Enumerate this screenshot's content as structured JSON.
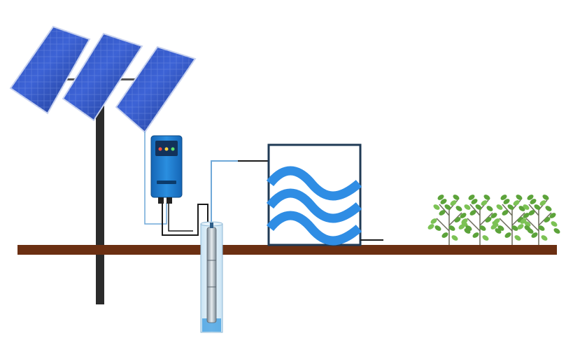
{
  "diagram": {
    "kind": "solar water pumping system",
    "colors": {
      "background": "#ffffff",
      "ground": "#6b2f12",
      "pole": "#2b2b2b",
      "panel": "#1f3d9a",
      "panel_grid": "#6f8be0",
      "controller": "#1e7fd0",
      "cable_dark": "#1a1a1a",
      "cable_blue": "#6fa8d8",
      "tank_outline": "#1f3a55",
      "water_blue": "#2f8de4",
      "well_glass": "#d4e8f4",
      "plant_leaf": "#5ca33a"
    },
    "components": {
      "solar_array": {
        "panel_count": 3,
        "icon": "solar-panel-icon"
      },
      "controller": {
        "icon": "pump-controller-icon"
      },
      "well_pump": {
        "icon": "submersible-pump-icon"
      },
      "storage_tank": {
        "wave_rows": 3,
        "icon": "water-tank-icon"
      },
      "crops": {
        "plant_count": 4,
        "icon": "plant-icon"
      }
    }
  }
}
